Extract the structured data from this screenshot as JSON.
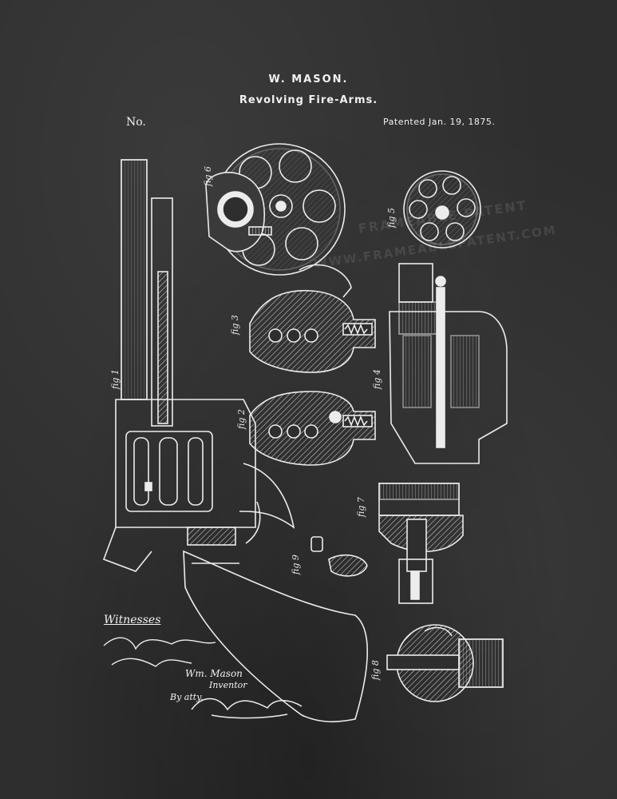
{
  "header": {
    "inventor": "W. MASON.",
    "title": "Revolving Fire-Arms.",
    "number_label": "No.",
    "patent_date": "Patented Jan. 19, 1875."
  },
  "figures": [
    "fig 1",
    "fig 2",
    "fig 3",
    "fig 4",
    "fig 5",
    "fig 6",
    "fig 7",
    "fig 8",
    "fig 9"
  ],
  "witnesses": {
    "label": "Witnesses"
  },
  "signature": {
    "name": "Wm. Mason",
    "role": "Inventor",
    "by": "By atty."
  },
  "watermark": {
    "line1": "FRAMEABLE PATENT",
    "line2": "WWW.FRAMEABLEPATENT.COM"
  },
  "colors": {
    "background": "#2e2e2e",
    "ink": "#f2f2f2"
  }
}
